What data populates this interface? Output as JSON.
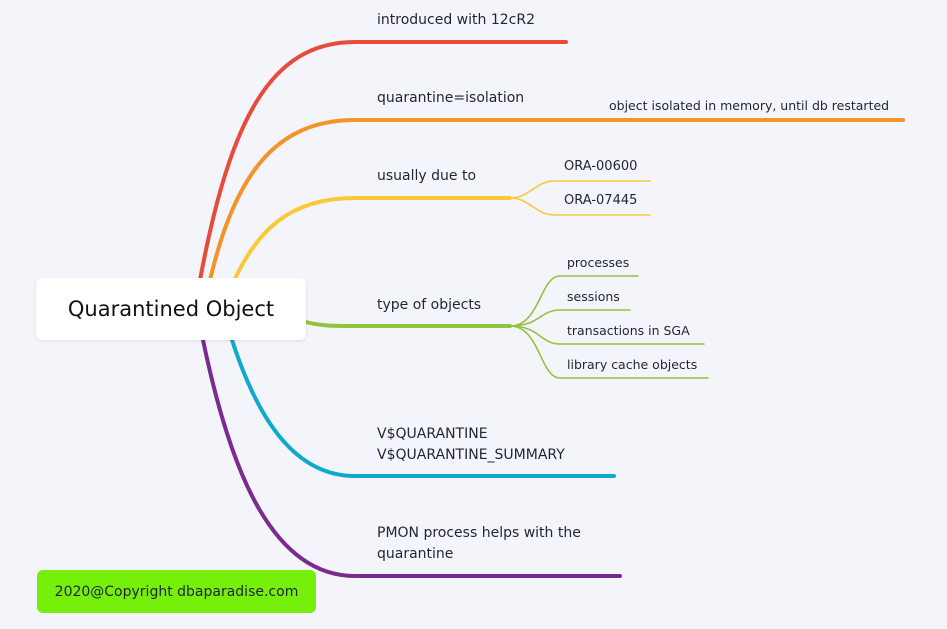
{
  "root": {
    "label": "Quarantined Object"
  },
  "branches": [
    {
      "label": "introduced with 12cR2",
      "color": "#e84a3c",
      "children": []
    },
    {
      "label": "quarantine=isolation",
      "color": "#f4932a",
      "children": [
        "object isolated in memory, until db restarted"
      ]
    },
    {
      "label": "usually due to",
      "color": "#f8c93a",
      "children": [
        "ORA-00600",
        "ORA-07445"
      ]
    },
    {
      "label": "type of objects",
      "color": "#94c13e",
      "children": [
        "processes",
        "sessions",
        "transactions in SGA",
        "library cache objects"
      ]
    },
    {
      "label_lines": [
        "V$QUARANTINE",
        "V$QUARANTINE_SUMMARY"
      ],
      "color": "#0ea9cc",
      "children": []
    },
    {
      "label_lines": [
        "PMON process helps with the",
        "quarantine"
      ],
      "color": "#7b2b8f",
      "children": []
    }
  ],
  "copyright": {
    "text": "2020@Copyright dbaparadise.com",
    "background": "#76f00b"
  }
}
